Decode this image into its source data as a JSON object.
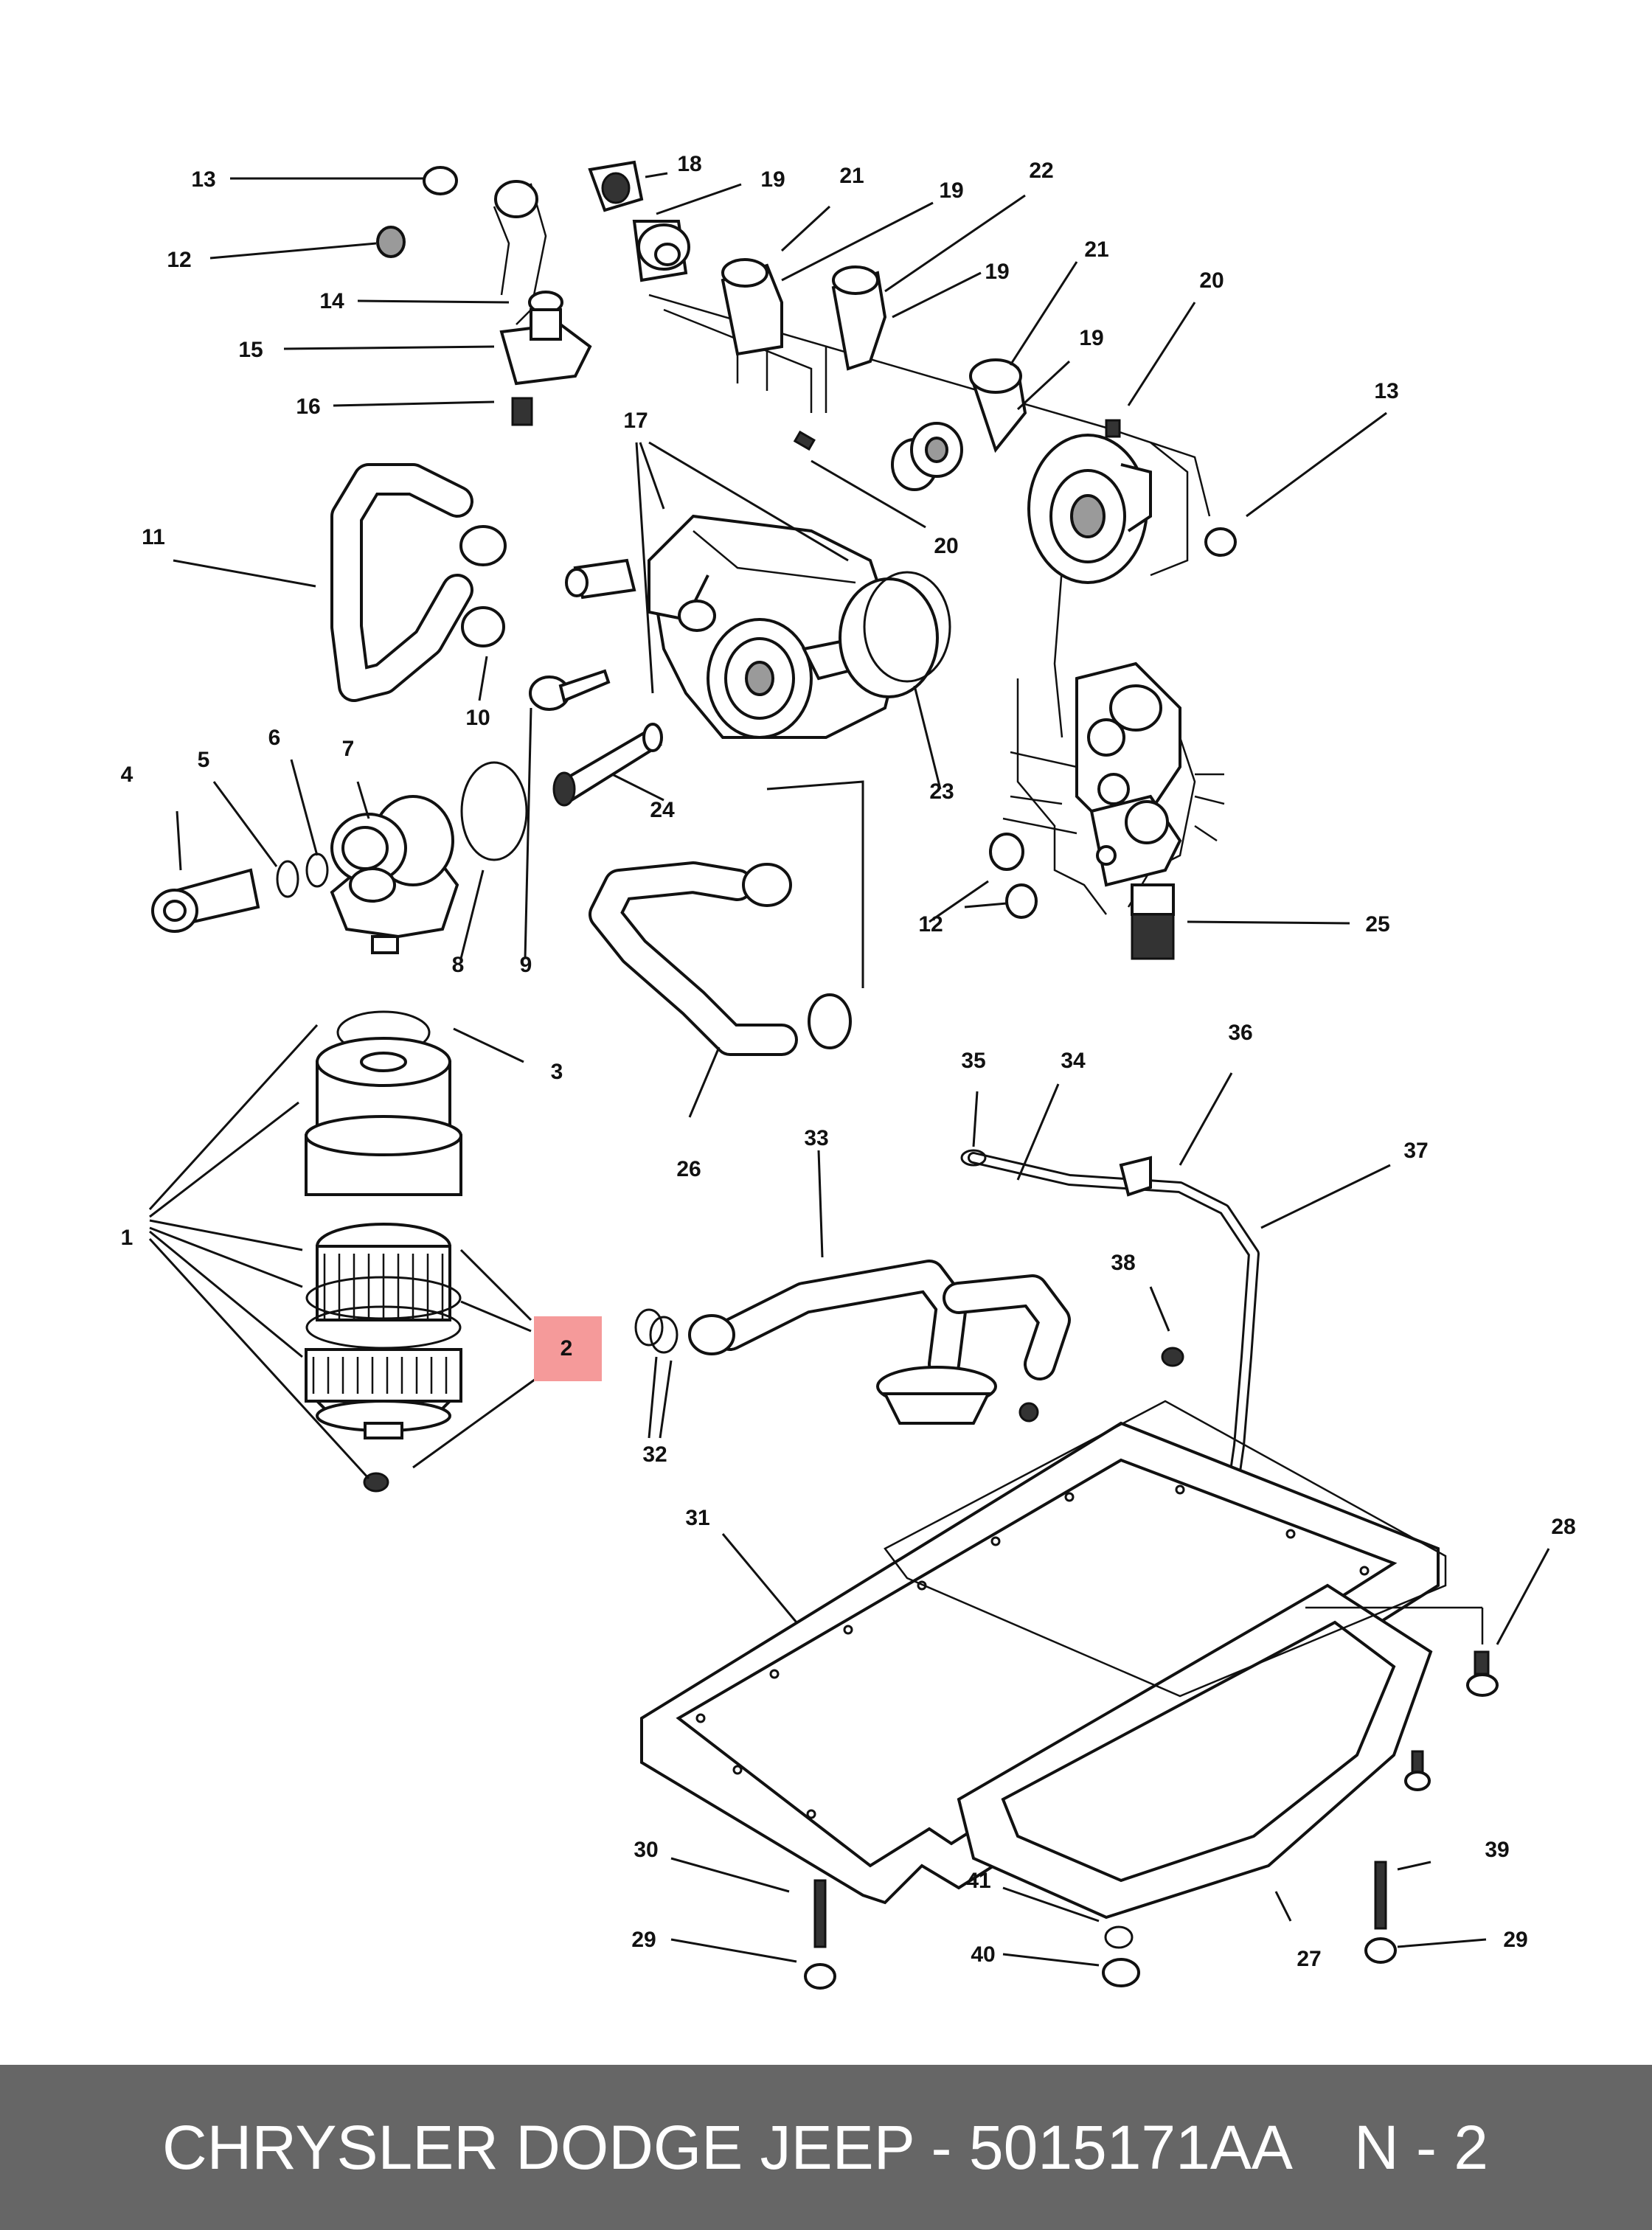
{
  "diagram": {
    "highlight_color": "#f59a9a",
    "highlighted_callout": "2",
    "callouts": [
      "1",
      "1",
      "1",
      "1",
      "1",
      "1",
      "1",
      "2",
      "2",
      "2",
      "3",
      "4",
      "5",
      "6",
      "7",
      "8",
      "9",
      "10",
      "11",
      "12",
      "12",
      "13",
      "13",
      "14",
      "15",
      "16",
      "17",
      "18",
      "19",
      "19",
      "19",
      "19",
      "20",
      "20",
      "21",
      "21",
      "22",
      "23",
      "24",
      "25",
      "26",
      "27",
      "28",
      "29",
      "29",
      "30",
      "31",
      "32",
      "33",
      "34",
      "35",
      "36",
      "37",
      "38",
      "39",
      "40",
      "41"
    ]
  },
  "footer": {
    "brand_part_label": "CHRYSLER DODGE JEEP - 5015171AA",
    "page_label": "N - 2",
    "background_color": "#666666"
  }
}
